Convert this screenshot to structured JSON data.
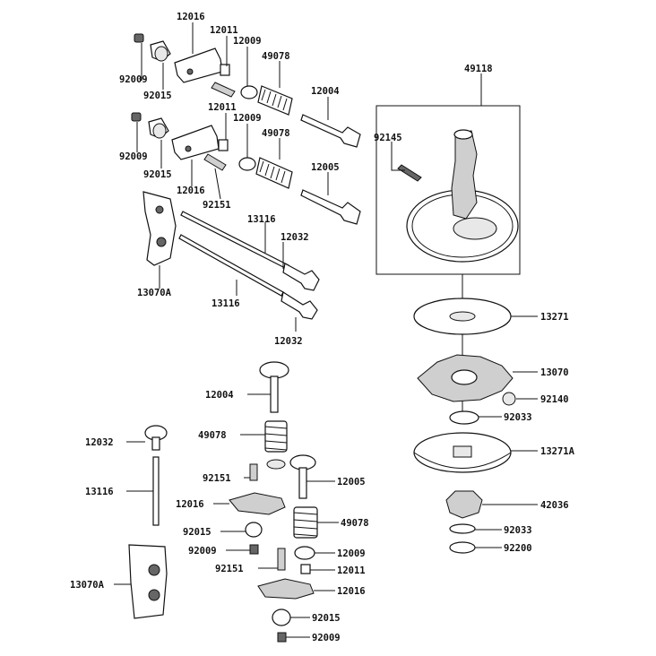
{
  "part_labels": {
    "p12016_a": "12016",
    "p12011_a": "12011",
    "p12009_a": "12009",
    "p92009_a": "92009",
    "p92015_a": "92015",
    "p49078_a": "49078",
    "p12004_a": "12004",
    "p12011_b": "12011",
    "p12009_b": "12009",
    "p49078_b": "49078",
    "p92009_b": "92009",
    "p92015_b": "92015",
    "p12016_b": "12016",
    "p12005_a": "12005",
    "p92151_a": "92151",
    "p13116_a": "13116",
    "p12032_a": "12032",
    "p13070A_a": "13070A",
    "p13116_b": "13116",
    "p12032_b": "12032",
    "p49118": "49118",
    "p92145": "92145",
    "p13271": "13271",
    "p13070": "13070",
    "p92140": "92140",
    "p92033_a": "92033",
    "p13271A": "13271A",
    "p42036": "42036",
    "p92033_b": "92033",
    "p92200": "92200",
    "p12004_b": "12004",
    "p49078_c": "49078",
    "p12032_c": "12032",
    "p13116_c": "13116",
    "p92151_b": "92151",
    "p12005_b": "12005",
    "p12016_c": "12016",
    "p49078_d": "49078",
    "p92015_c": "92015",
    "p92009_c": "92009",
    "p12009_c": "12009",
    "p92151_c": "92151",
    "p12011_c": "12011",
    "p13070A_b": "13070A",
    "p12016_d": "12016",
    "p92015_d": "92015",
    "p92009_d": "92009"
  }
}
